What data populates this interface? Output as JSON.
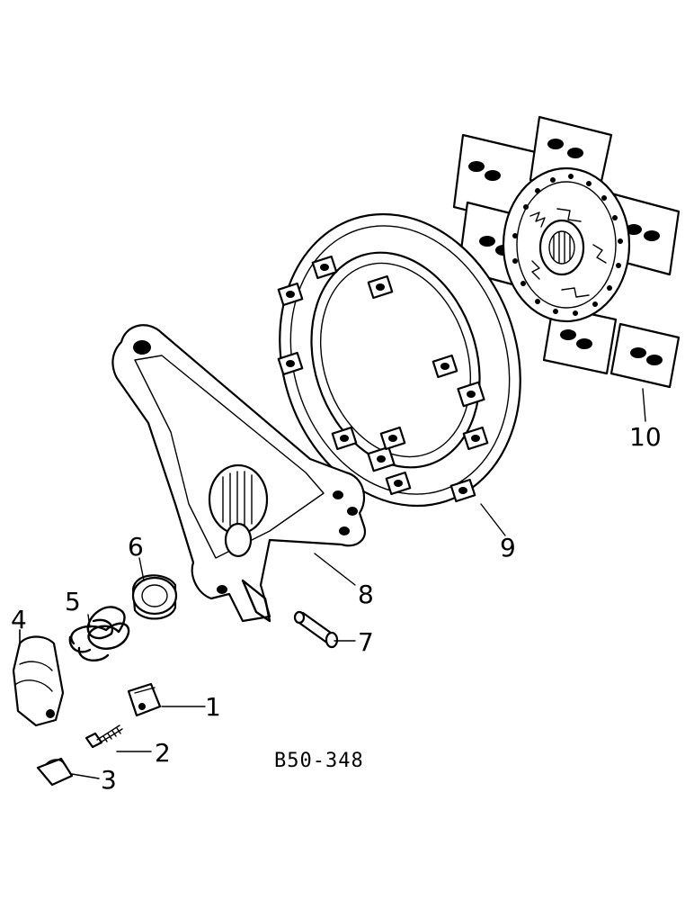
{
  "figure": {
    "code": "B50-348"
  },
  "callouts": [
    {
      "id": "1",
      "text": "1"
    },
    {
      "id": "2",
      "text": "2"
    },
    {
      "id": "3",
      "text": "3"
    },
    {
      "id": "4",
      "text": "4"
    },
    {
      "id": "5",
      "text": "5"
    },
    {
      "id": "6",
      "text": "6"
    },
    {
      "id": "7",
      "text": "7"
    },
    {
      "id": "8",
      "text": "8"
    },
    {
      "id": "9",
      "text": "9"
    },
    {
      "id": "10",
      "text": "10"
    }
  ]
}
